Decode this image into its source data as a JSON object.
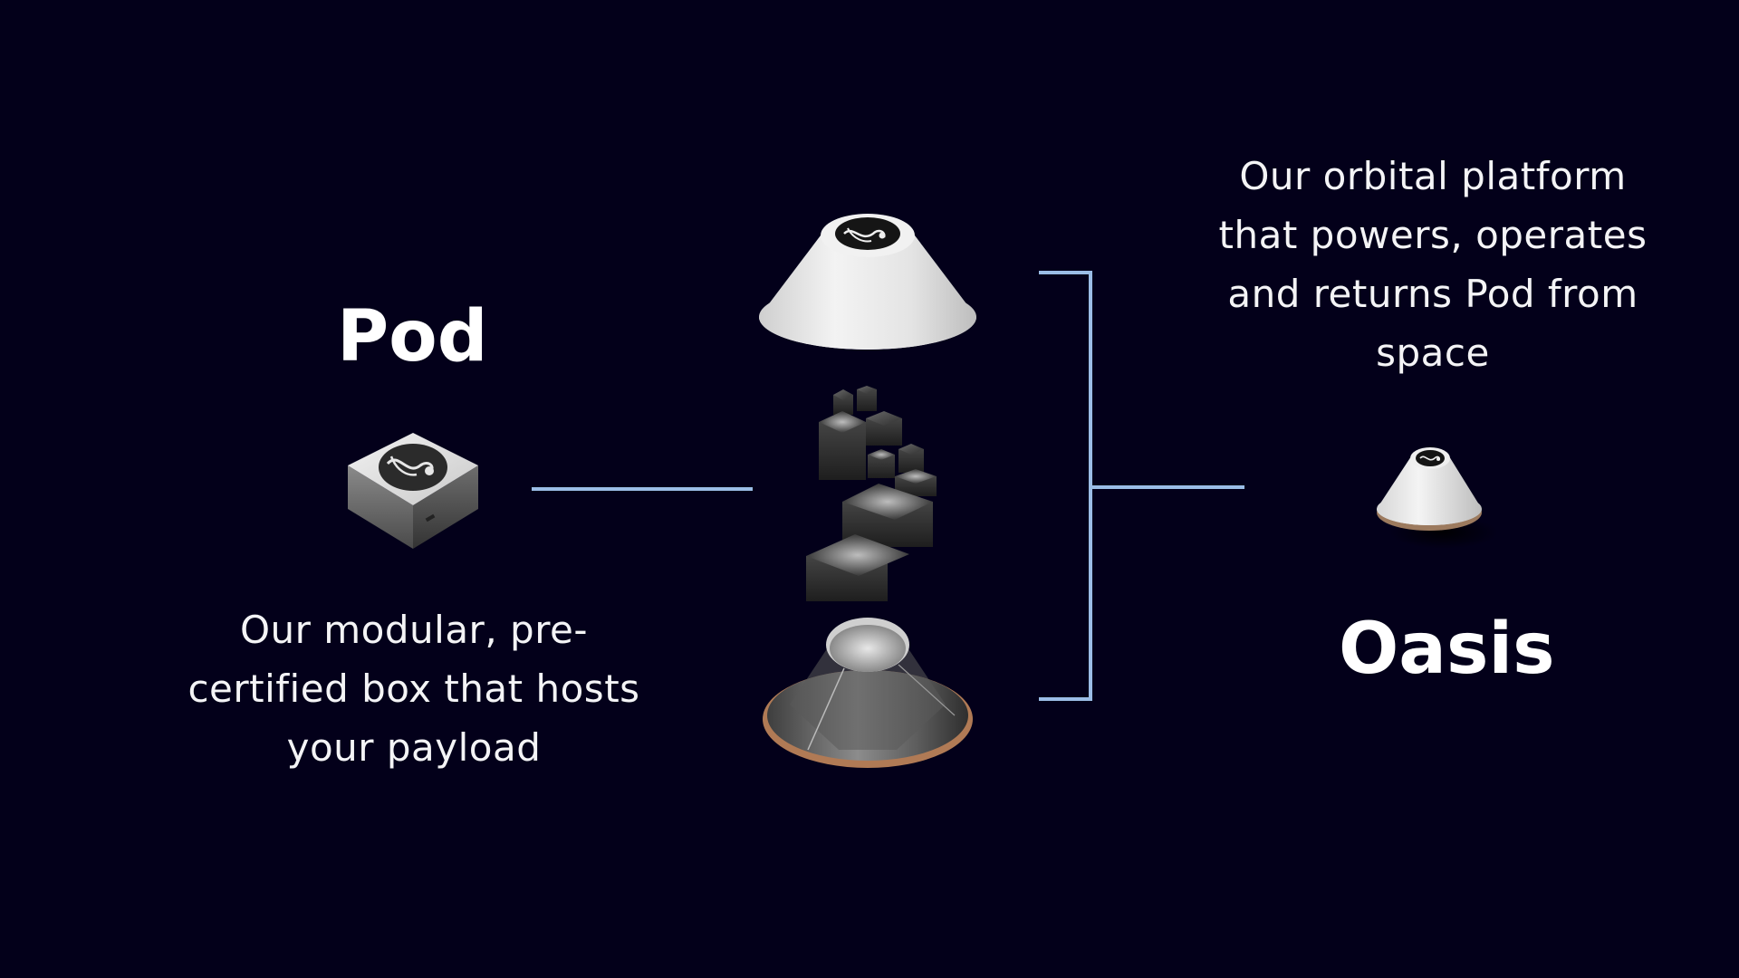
{
  "pod": {
    "title": "Pod",
    "description_lines": [
      "Our modular, pre-",
      "certified box that hosts",
      "your payload"
    ],
    "icon": "pod-box-icon"
  },
  "oasis": {
    "title": "Oasis",
    "description_lines": [
      "Our orbital platform",
      "that powers, operates",
      "and returns Pod from",
      "space"
    ],
    "icon": "oasis-capsule-icon"
  },
  "center_stack": {
    "top": "cone-heatshield-icon",
    "middle": "stacked-pods-icon",
    "bottom": "service-module-base-icon"
  },
  "colors": {
    "background": "#03001a",
    "text": "#ffffff",
    "connector": "#9bbde6",
    "copper_rim": "#b07a55"
  }
}
